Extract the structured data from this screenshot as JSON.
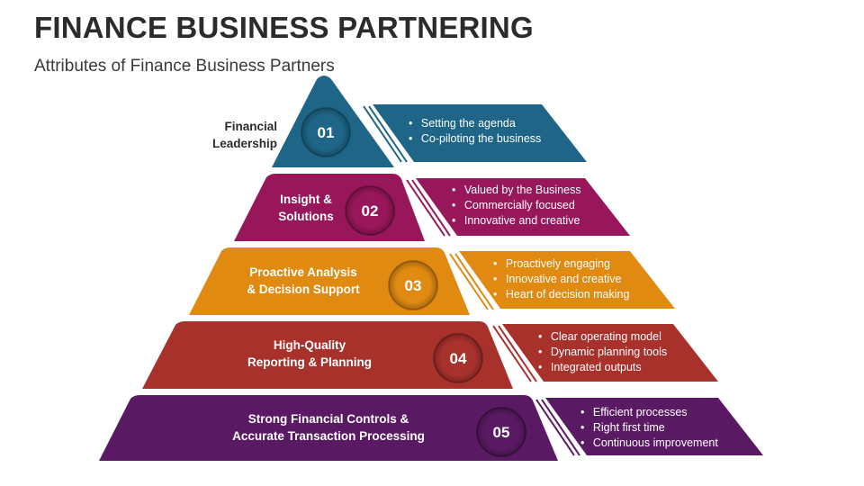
{
  "title": "FINANCE BUSINESS PARTNERING",
  "subtitle": "Attributes of Finance Business Partners",
  "colors": {
    "level1": "#1e6587",
    "level2": "#98175a",
    "level3": "#e08a12",
    "level4": "#a8312c",
    "level5": "#5a1a63"
  },
  "levels": [
    {
      "number": "01",
      "label": [
        "Financial",
        "Leadership"
      ],
      "bullets": [
        "Setting the agenda",
        "Co-piloting the business"
      ]
    },
    {
      "number": "02",
      "label": [
        "Insight &",
        "Solutions"
      ],
      "bullets": [
        "Valued by the Business",
        "Commercially focused",
        "Innovative and creative"
      ]
    },
    {
      "number": "03",
      "label": [
        "Proactive Analysis",
        "& Decision Support"
      ],
      "bullets": [
        "Proactively engaging",
        "Innovative and creative",
        "Heart of decision making"
      ]
    },
    {
      "number": "04",
      "label": [
        "High-Quality",
        "Reporting & Planning"
      ],
      "bullets": [
        "Clear operating model",
        "Dynamic planning tools",
        "Integrated outputs"
      ]
    },
    {
      "number": "05",
      "label": [
        "Strong Financial Controls &",
        "Accurate Transaction Processing"
      ],
      "bullets": [
        "Efficient processes",
        "Right first time",
        "Continuous improvement"
      ]
    }
  ]
}
